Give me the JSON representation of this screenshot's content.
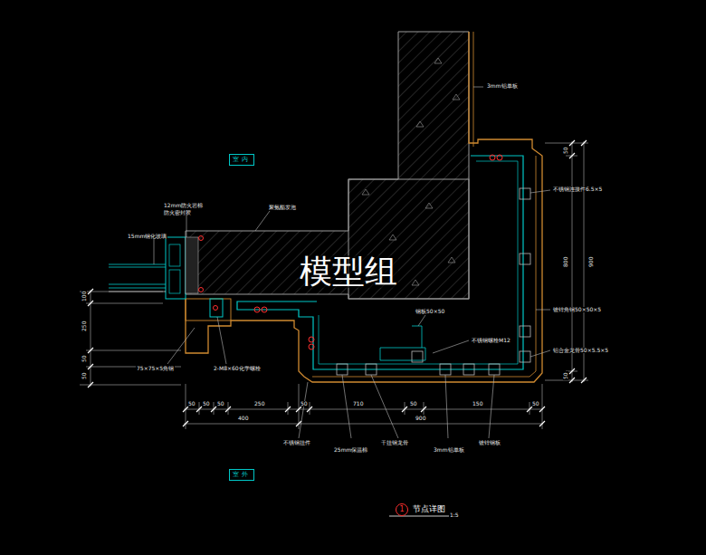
{
  "diagram": {
    "title": "节点详图",
    "nodes": [
      {
        "text": [
          "室内"
        ]
      },
      {
        "text": [
          "室外"
        ]
      },
      {
        "text": [
          "1"
        ]
      }
    ],
    "labels": [
      "3mm铝单板",
      "不锈钢连接件6.5×5",
      "镀锌角钢50×50×5",
      "铝合金龙骨50×5.5×5",
      "15mm钢化玻璃",
      "12mm防火岩棉",
      "防火密封胶",
      "聚氨酯发泡",
      "75×75×5角钢",
      "2-M8×60化学螺栓",
      "钢板50×50",
      "不锈钢螺栓M12",
      "不锈钢挂件",
      "25mm保温棉",
      "干挂钢龙骨",
      "3mm铝单板",
      "镀锌钢板",
      "50",
      "50",
      "50",
      "250",
      "50",
      "710",
      "50",
      "150",
      "50",
      "400",
      "900",
      "100",
      "250",
      "50",
      "50",
      "50",
      "800",
      "50",
      "900",
      "模型组",
      "1:5"
    ]
  }
}
